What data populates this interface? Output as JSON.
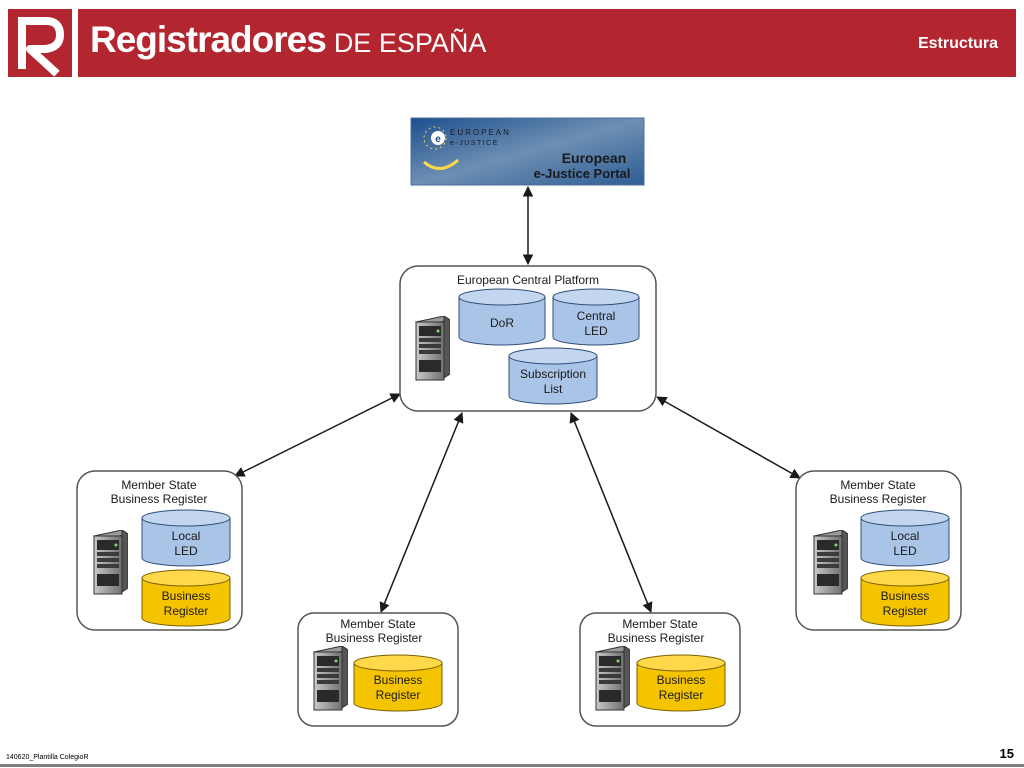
{
  "header": {
    "brand_main": "Registradores",
    "brand_sub": "DE ESPAÑA",
    "section_title": "Estructura",
    "logo_letter": "R"
  },
  "portal": {
    "logo_top_line": "EUROPEAN",
    "logo_bottom_line": "e-JUSTICE",
    "title_line1": "European",
    "title_line2": "e-Justice Portal"
  },
  "central_platform": {
    "title": "European Central Platform",
    "dor": "DoR",
    "central_led_line1": "Central",
    "central_led_line2": "LED",
    "subscription_line1": "Subscription",
    "subscription_line2": "List"
  },
  "member_states": [
    {
      "title_line1": "Member State",
      "title_line2": "Business Register",
      "local_led_line1": "Local",
      "local_led_line2": "LED",
      "br_line1": "Business",
      "br_line2": "Register"
    },
    {
      "title_line1": "Member State",
      "title_line2": "Business Register",
      "br_line1": "Business",
      "br_line2": "Register"
    },
    {
      "title_line1": "Member State",
      "title_line2": "Business Register",
      "br_line1": "Business",
      "br_line2": "Register"
    },
    {
      "title_line1": "Member State",
      "title_line2": "Business Register",
      "local_led_line1": "Local",
      "local_led_line2": "LED",
      "br_line1": "Business",
      "br_line2": "Register"
    }
  ],
  "footer": {
    "template_name": "140620_Plantilla ColegioR",
    "page_number": "15"
  },
  "colors": {
    "brand_red": "#b3252f",
    "db_blue": "#a9c4e6",
    "db_yellow": "#f5c400"
  }
}
